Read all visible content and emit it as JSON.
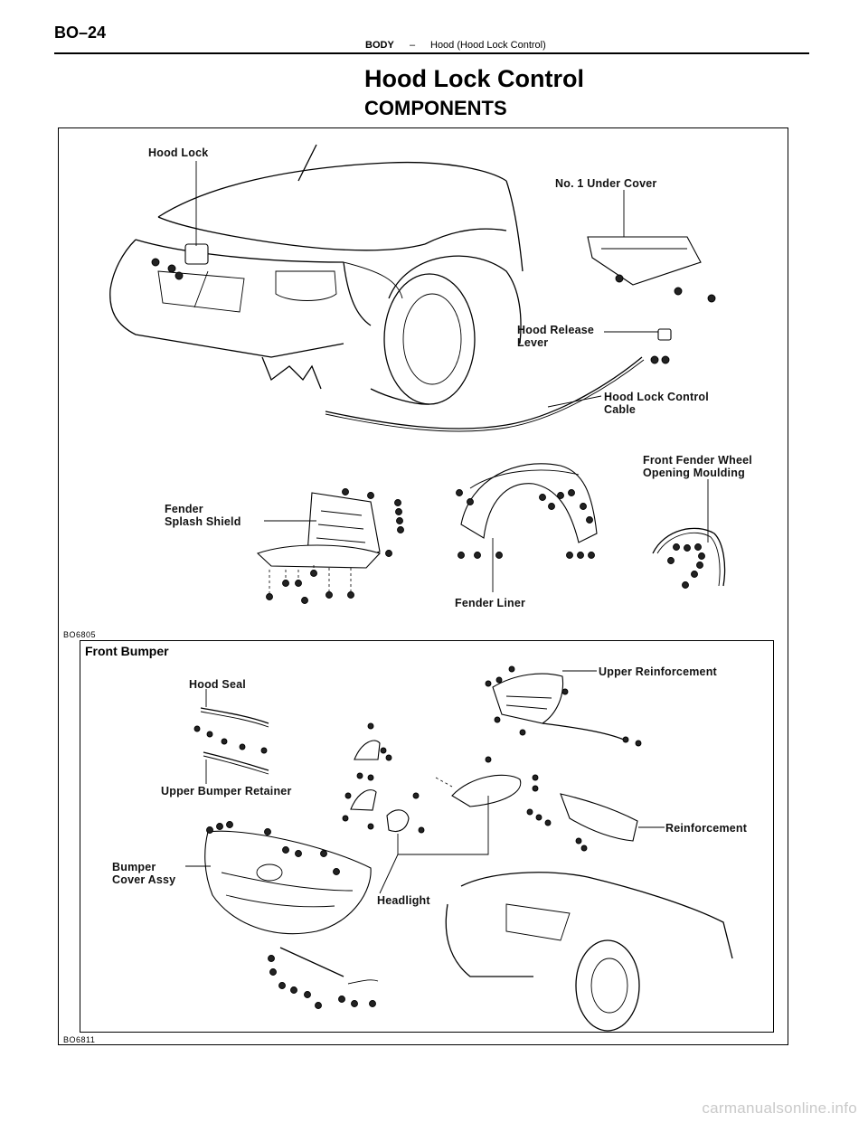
{
  "header": {
    "page_number": "BO–24",
    "section": "BODY",
    "separator": "–",
    "subsection": "Hood (Hood Lock Control)"
  },
  "title": "Hood Lock Control",
  "subtitle": "COMPONENTS",
  "figure_top": {
    "code": "BO6805",
    "labels": {
      "hood_lock": "Hood Lock",
      "no1_under_cover": "No. 1 Under Cover",
      "hood_release_lever_1": "Hood Release",
      "hood_release_lever_2": "Lever",
      "hood_lock_control_cable_1": "Hood Lock Control",
      "hood_lock_control_cable_2": "Cable",
      "front_fender_wheel_1": "Front Fender Wheel",
      "front_fender_wheel_2": "Opening Moulding",
      "fender_splash_shield_1": "Fender",
      "fender_splash_shield_2": "Splash Shield",
      "fender_liner": "Fender Liner"
    }
  },
  "figure_bottom": {
    "title": "Front Bumper",
    "code": "BO6811",
    "labels": {
      "hood_seal": "Hood Seal",
      "upper_bumper_retainer": "Upper Bumper Retainer",
      "bumper_cover_assy_1": "Bumper",
      "bumper_cover_assy_2": "Cover Assy",
      "headlight": "Headlight",
      "upper_reinforcement": "Upper Reinforcement",
      "reinforcement": "Reinforcement"
    }
  },
  "watermark": "carmanualsonline.info"
}
